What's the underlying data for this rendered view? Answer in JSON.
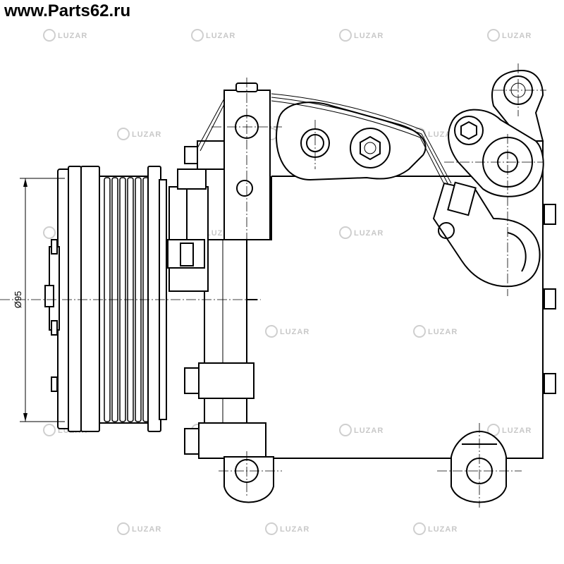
{
  "header": {
    "site_url": "www.Parts62.ru"
  },
  "watermark": {
    "brand": "LUZAR"
  },
  "dimension": {
    "label": "Ø95"
  }
}
